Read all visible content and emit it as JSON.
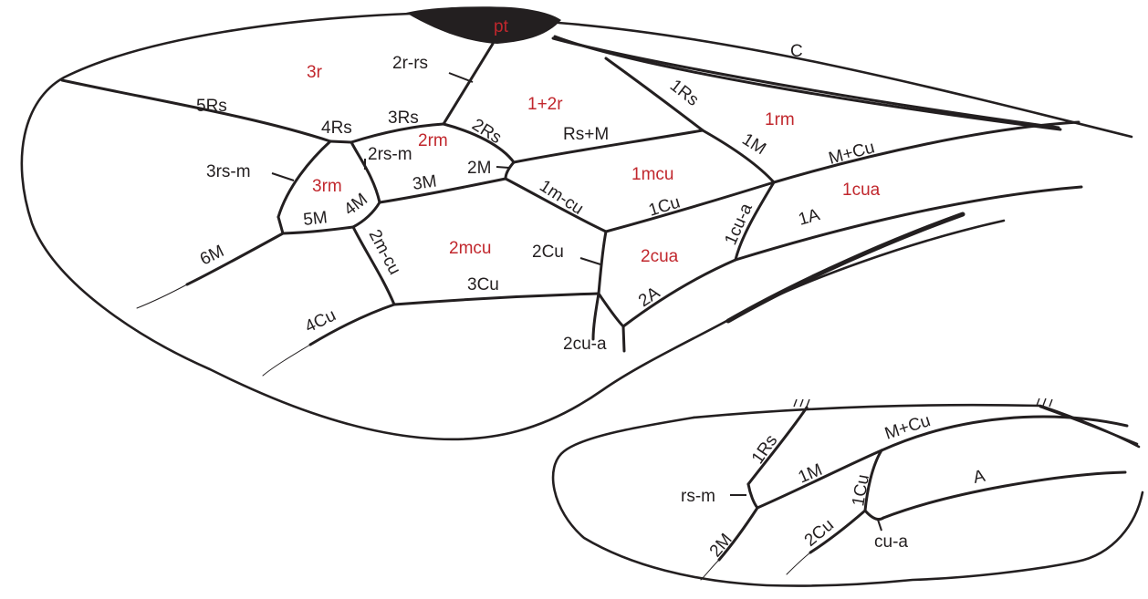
{
  "forewing": {
    "cell_labels": {
      "pt": "pt",
      "r3": "3r",
      "r12": "1+2r",
      "rm1": "1rm",
      "rm2": "2rm",
      "rm3": "3rm",
      "mcu1": "1mcu",
      "mcu2": "2mcu",
      "cua1": "1cua",
      "cua2": "2cua"
    },
    "vein_labels": {
      "C": "C",
      "r2rs": "2r-rs",
      "Rs5": "5Rs",
      "Rs4": "4Rs",
      "Rs3": "3Rs",
      "Rs2": "2Rs",
      "Rs1": "1Rs",
      "RsM": "Rs+M",
      "M1": "1M",
      "MCu": "M+Cu",
      "M2": "2M",
      "M3": "3M",
      "M4": "4M",
      "M5": "5M",
      "M6": "6M",
      "rsm3": "3rs-m",
      "rsm2": "2rs-m",
      "mcu1v": "1m-cu",
      "mcu2v": "2m-cu",
      "Cu1": "1Cu",
      "Cu2": "2Cu",
      "Cu3": "3Cu",
      "Cu4": "4Cu",
      "cua1v": "1cu-a",
      "cua2v": "2cu-a",
      "A1": "1A",
      "A2": "2A"
    }
  },
  "hindwing": {
    "vein_labels": {
      "Rs1": "1Rs",
      "MCu": "M+Cu",
      "M1": "1M",
      "Cu1": "1Cu",
      "A": "A",
      "rsm": "rs-m",
      "M2": "2M",
      "Cu2": "2Cu",
      "cua": "cu-a"
    }
  }
}
